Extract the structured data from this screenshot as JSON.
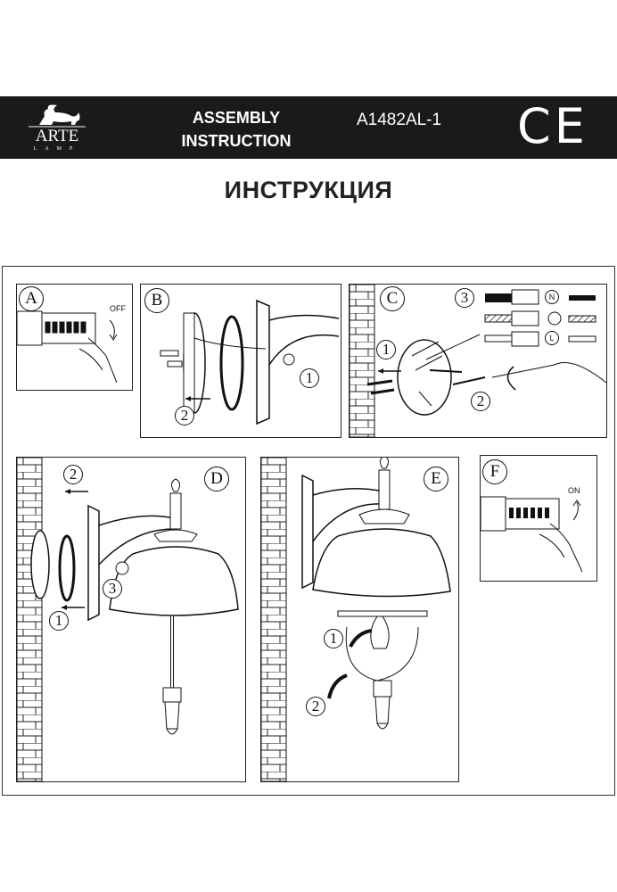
{
  "header": {
    "brand": "ARTE",
    "brand_sub": "LAMP",
    "title_line1": "ASSEMBLY",
    "title_line2": "INSTRUCTION",
    "model": "A1482AL-1",
    "certification": "CE"
  },
  "page_title": "ИНСТРУКЦИЯ",
  "panels": {
    "a": {
      "letter": "A",
      "label": "OFF"
    },
    "b": {
      "letter": "B",
      "steps": [
        "1",
        "2"
      ]
    },
    "c": {
      "letter": "C",
      "steps": [
        "1",
        "2",
        "3"
      ],
      "terminals": [
        "N",
        "L"
      ]
    },
    "d": {
      "letter": "D",
      "steps": [
        "1",
        "2",
        "3"
      ]
    },
    "e": {
      "letter": "E",
      "steps": [
        "1",
        "2"
      ]
    },
    "f": {
      "letter": "F",
      "label": "ON"
    }
  },
  "colors": {
    "header_bg": "#1a1a1a",
    "ink": "#111111"
  }
}
